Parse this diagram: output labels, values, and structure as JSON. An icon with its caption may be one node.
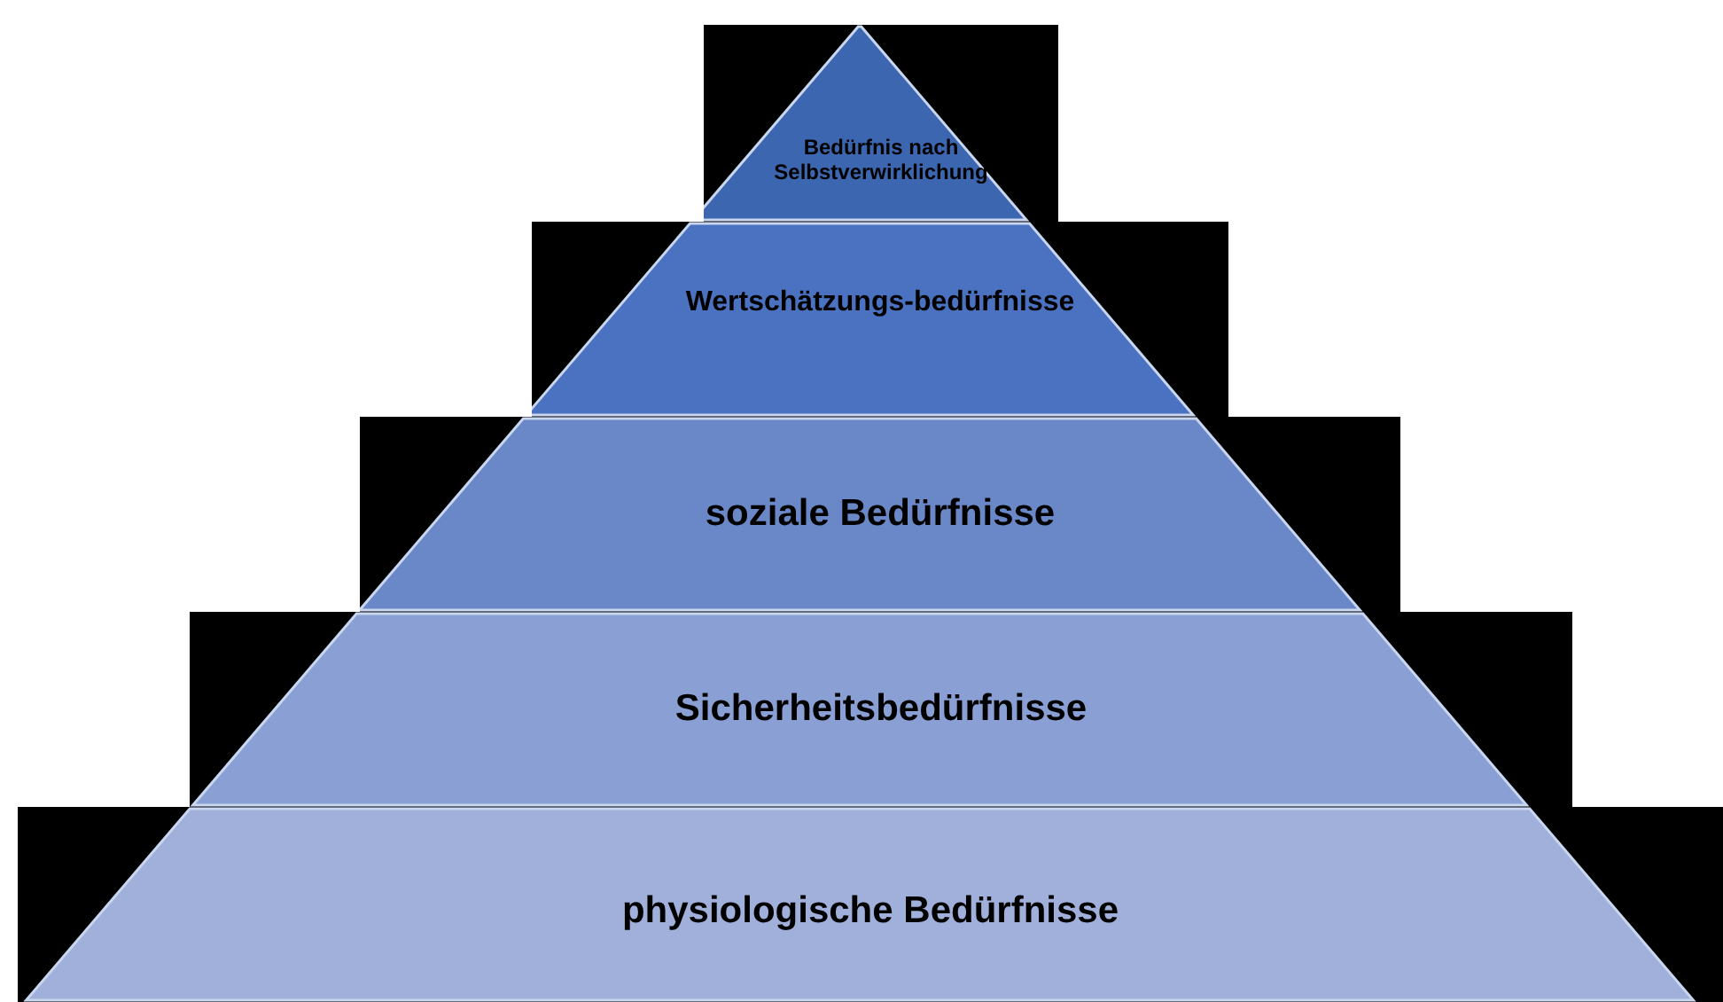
{
  "diagram": {
    "nodes": [
      {
        "text": [
          "Bedürfnis nach Selbstverwirklichung"
        ]
      },
      {
        "text": [
          "Wertschätzungs-bedürfnisse"
        ]
      },
      {
        "text": [
          "soziale Bedürfnisse"
        ]
      },
      {
        "text": [
          "Sicherheitsbedürfnisse"
        ]
      },
      {
        "text": [
          "physiologische Bedürfnisse"
        ]
      }
    ]
  }
}
